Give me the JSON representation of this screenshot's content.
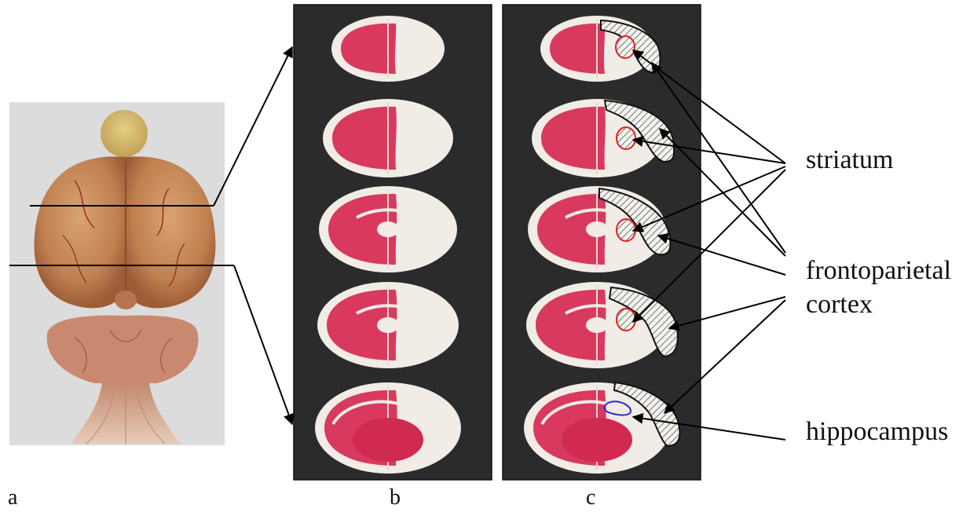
{
  "panels": {
    "a": {
      "label": "a"
    },
    "b": {
      "label": "b"
    },
    "c": {
      "label": "c"
    }
  },
  "regions": {
    "striatum": "striatum",
    "frontoparietal_line1": "frontoparietal",
    "frontoparietal_line2": "cortex",
    "hippocampus": "hippocampus"
  },
  "colors": {
    "panel_bg": "#2b2b2b",
    "infarct_free": "#d9395f",
    "tissue_white": "#f1ece6",
    "striatum_outline": "#e02020",
    "hippocampus_outline": "#2c2ccf",
    "cortex_hatch": "#444444"
  }
}
